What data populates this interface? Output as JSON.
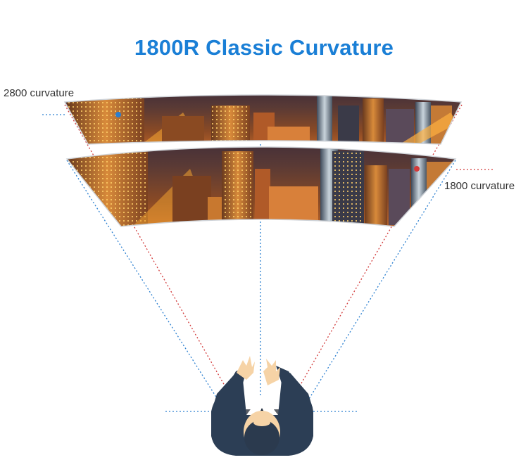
{
  "title": "1800R Classic Curvature",
  "labels": {
    "curvature_2800": "2800 curvature",
    "curvature_1800": "1800 curvature"
  },
  "colors": {
    "title": "#1a7fd6",
    "blue_line": "#2a7fd0",
    "red_line": "#d23a3a",
    "jacket": "#2c3e55",
    "skin": "#f6d3a6"
  },
  "icons": [
    "curved-monitor-2800-icon",
    "curved-monitor-1800-icon",
    "person-top-view-icon",
    "chair-icon"
  ]
}
